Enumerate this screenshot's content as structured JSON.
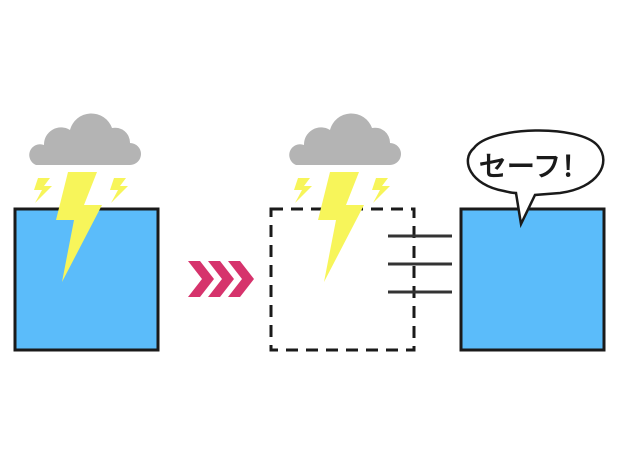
{
  "colors": {
    "box_fill": "#5bbcfa",
    "outline": "#1a1a1a",
    "cloud": "#b4b4b4",
    "lightning": "#f7f55a",
    "arrow": "#d6336c",
    "background": "#ffffff"
  },
  "panels": [
    {
      "state": "struck",
      "icons": [
        "storm-cloud-icon",
        "lightning-bolt-icon"
      ]
    },
    {
      "state": "dodged",
      "icons": [
        "storm-cloud-icon",
        "lightning-bolt-icon",
        "motion-lines-icon"
      ]
    },
    {
      "state": "safe",
      "icons": [
        "speech-bubble-icon"
      ]
    }
  ],
  "transition_icon": "triple-chevron-right-icon",
  "speech_bubble": {
    "text": "セーフ！"
  }
}
